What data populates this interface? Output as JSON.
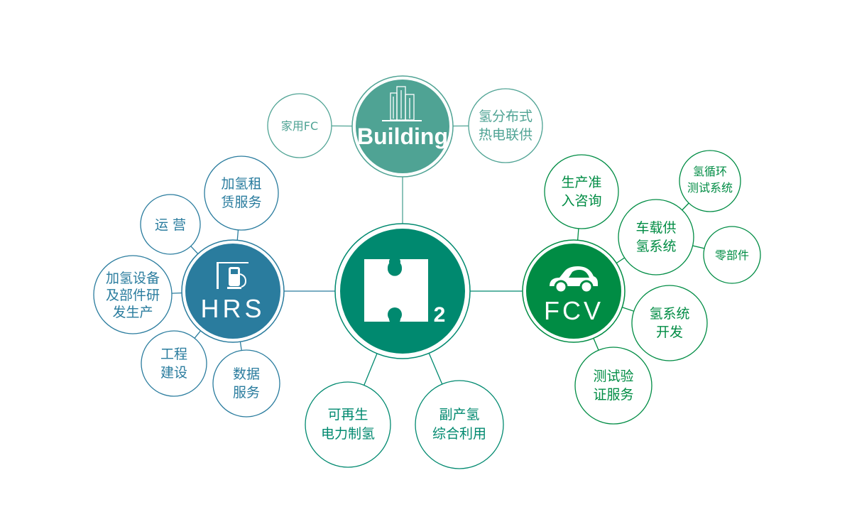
{
  "colors": {
    "h2": "#00896f",
    "building": "#4fa394",
    "hrs": "#2a7c9e",
    "fcv": "#008c44"
  },
  "hubs": {
    "h2": {
      "label": "2",
      "icon": "puzzle-h-icon"
    },
    "building": {
      "label": "Building",
      "icon": "building-icon"
    },
    "hrs": {
      "label": "HRS",
      "icon": "fuel-pump-icon"
    },
    "fcv": {
      "label": "FCV",
      "icon": "car-icon"
    }
  },
  "building_nodes": [
    {
      "lines": [
        "家用FC"
      ]
    },
    {
      "lines": [
        "氢分布式",
        "热电联供"
      ]
    }
  ],
  "hrs_nodes": [
    {
      "lines": [
        "加氢租",
        "赁服务"
      ]
    },
    {
      "lines": [
        "运 营"
      ]
    },
    {
      "lines": [
        "加氢设备",
        "及部件研",
        "发生产"
      ]
    },
    {
      "lines": [
        "工程",
        "建设"
      ]
    },
    {
      "lines": [
        "数据",
        "服务"
      ]
    }
  ],
  "h2_nodes": [
    {
      "lines": [
        "可再生",
        "电力制氢"
      ]
    },
    {
      "lines": [
        "副产氢",
        "综合利用"
      ]
    }
  ],
  "fcv_nodes": [
    {
      "lines": [
        "生产准",
        "入咨询"
      ]
    },
    {
      "lines": [
        "车载供",
        "氢系统"
      ]
    },
    {
      "lines": [
        "氢循环",
        "测试系统"
      ]
    },
    {
      "lines": [
        "零部件"
      ]
    },
    {
      "lines": [
        "氢系统",
        "开发"
      ]
    },
    {
      "lines": [
        "测试验",
        "证服务"
      ]
    }
  ]
}
